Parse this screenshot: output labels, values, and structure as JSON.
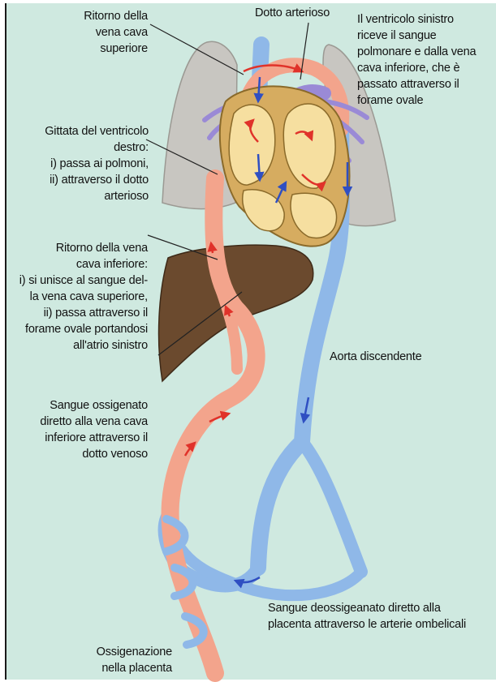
{
  "labels": {
    "ritorno_vena_cava_superiore": "Ritorno della\nvena cava\nsuperiore",
    "dotto_arterioso": "Dotto arterioso",
    "ventricolo_sinistro": "Il ventricolo sinistro\nriceve il sangue\npolmonare e dalla vena\ncava inferiore, che è\npassato attraverso il\nforame ovale",
    "gittata_ventricolo_destro": "Gittata del ventricolo\ndestro:\ni) passa ai polmoni,\nii) attraverso il dotto\narterioso",
    "ritorno_vena_cava_inferiore": "Ritorno della vena\ncava inferiore:\ni) si unisce al sangue del-\nla vena cava superiore,\nii) passa attraverso il\nforame ovale portandosi\nall'atrio sinistro",
    "aorta_discendente": "Aorta discendente",
    "sangue_ossigenato": "Sangue ossigenato\ndiretto alla vena cava\ninferiore attraverso il\ndotto venoso",
    "sangue_deossigenato": "Sangue deossigeanato diretto alla\nplacenta attraverso le arterie ombelicali",
    "ossigenazione_placenta": "Ossigenazione\nnella placenta"
  },
  "colors": {
    "background": "#cfe9e0",
    "lung": "#c8c6c1",
    "liver": "#6b4a2e",
    "heart_wall": "#d6ac60",
    "heart_chamber": "#f6dfa0",
    "oxygenated_vessel": "#f3a48c",
    "deoxygenated_vessel": "#8fb8e8",
    "mixed_vessel": "#9a8ad6",
    "arrow_red": "#e0322a",
    "arrow_blue": "#2f4fc2"
  }
}
